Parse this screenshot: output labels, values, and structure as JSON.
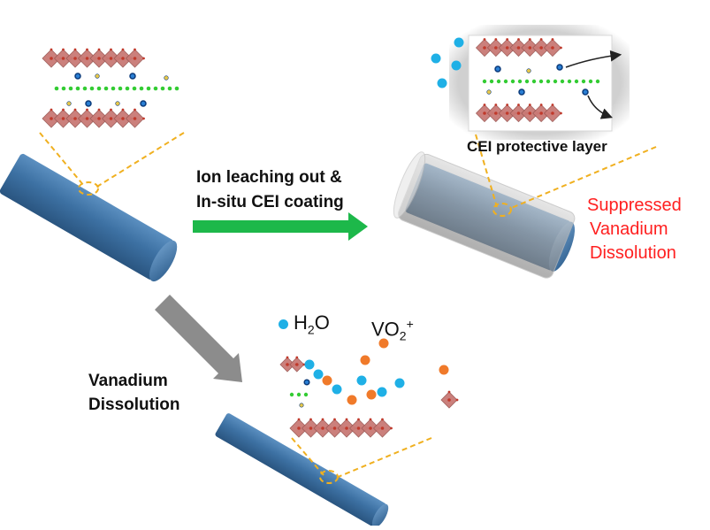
{
  "labels": {
    "arrow_top_line1": "Ion leaching out &",
    "arrow_top_line2": "In-situ CEI coating",
    "cei_layer": "CEI protective layer",
    "suppressed_line1": "Suppressed",
    "suppressed_line2": "Vanadium",
    "suppressed_line3": "Dissolution",
    "dissolution_line1": "Vanadium",
    "dissolution_line2": "Dissolution",
    "h2o_base": "H",
    "h2o_sub": "2",
    "h2o_end": "O",
    "vo2_base": "VO",
    "vo2_sub": "2",
    "vo2_sup": "+"
  },
  "colors": {
    "rod": "#3a6d9e",
    "octahedron": "#c97a76",
    "vanadium_dot": "#c0392b",
    "interlayer_green": "#33cc33",
    "ion_blue": "#2a7fd4",
    "ion_yellow": "#e8c84a",
    "water": "#1fb0e6",
    "vo2_ion": "#f07a2a",
    "green_arrow": "#1db84a",
    "gray_arrow": "#8c8c8c",
    "guide_line": "#f0b020",
    "suppressed_text": "#ff2020"
  },
  "icons": {
    "process_arrow": "right-arrow-icon",
    "dissolution_arrow": "diagonal-arrow-icon"
  }
}
